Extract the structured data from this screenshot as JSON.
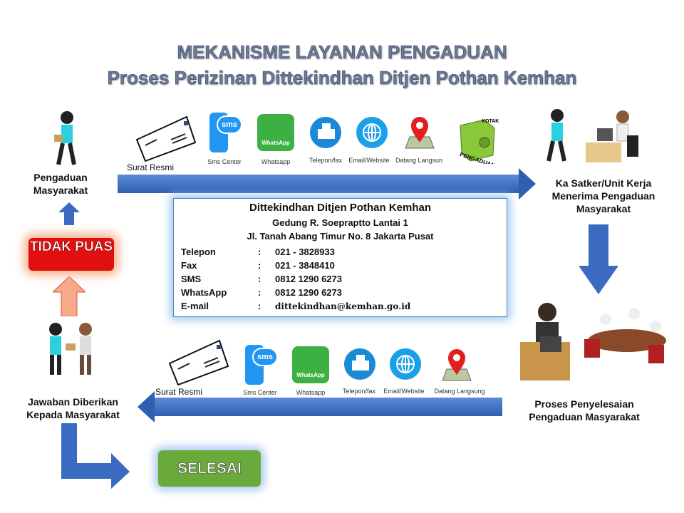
{
  "title": {
    "line1": "MEKANISME LAYANAN PENGADUAN",
    "line2": "Proses Perizinan Dittekindhan Ditjen Pothan Kemhan"
  },
  "steps": {
    "pengaduan": "Pengaduan Masyarakat",
    "ka_satker": "Ka Satker/Unit Kerja Menerima Pengaduan Masyarakat",
    "proses": "Proses Penyelesaian Pengaduan Masyarakat",
    "jawaban": "Jawaban Diberikan Kepada Masyarakat"
  },
  "buttons": {
    "tidak_puas": "TIDAK PUAS",
    "selesai": "SELESAI"
  },
  "top_channels": {
    "surat": "Surat Resmi",
    "sms": "Sms Center",
    "whatsapp": "Whatsapp",
    "telepon": "Telepon/fax",
    "email": "Email/Website",
    "datang": "Datang Langsun",
    "kotak": "KOTAK PENGADUAN"
  },
  "bottom_channels": {
    "surat": "Surat Resmi",
    "sms": "Sms Center",
    "whatsapp": "Whatsapp",
    "telepon": "Telepon/fax",
    "email": "Email/Website",
    "datang": "Datang Langsung"
  },
  "icon_text": {
    "sms": "sms",
    "whatsapp": "WhatsApp"
  },
  "contact": {
    "org": "Dittekindhan Ditjen Pothan Kemhan",
    "building": "Gedung R. Soepraptto Lantai 1",
    "address": "Jl. Tanah Abang Timur No. 8 Jakarta Pusat",
    "rows": [
      {
        "k": "Telepon",
        "v": "021 - 3828933"
      },
      {
        "k": "Fax",
        "v": "021 - 3848410"
      },
      {
        "k": "SMS",
        "v": "0812 1290 6273"
      },
      {
        "k": "WhatsApp",
        "v": "0812 1290 6273"
      },
      {
        "k": "E-mail",
        "v": "dittekindhan@kemhan.go.id"
      }
    ],
    "sep": ":"
  },
  "colors": {
    "arrow": "#3a6bc0",
    "red": "#e01010",
    "green": "#6aaa3a"
  }
}
